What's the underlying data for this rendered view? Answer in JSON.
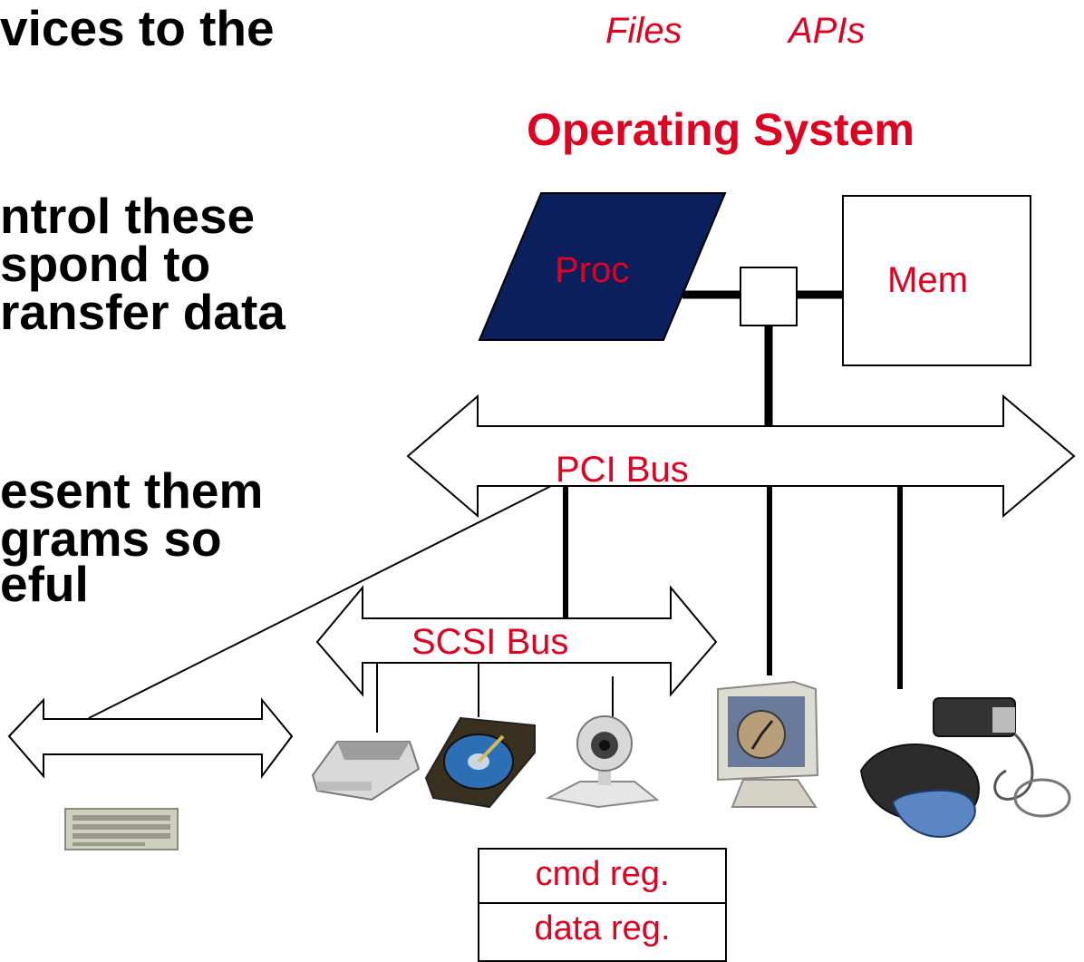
{
  "slide_text": {
    "line1": "vices to the",
    "line2": "ntrol these",
    "line3": "spond to",
    "line4": "ransfer data",
    "line5": "esent them",
    "line6": "grams so",
    "line7": "eful"
  },
  "top_labels": {
    "files": "Files",
    "apis": "APIs"
  },
  "os_title": "Operating System",
  "components": {
    "proc": "Proc",
    "mem": "Mem"
  },
  "buses": {
    "pci": "PCI Bus",
    "scsi": "SCSI Bus"
  },
  "registers": {
    "cmd": "cmd reg.",
    "data": "data reg."
  },
  "devices": [
    "keyboard-icon",
    "scanner-icon",
    "hard-disk-icon",
    "webcam-icon",
    "monitor-icon",
    "vr-headset-icon"
  ],
  "colors": {
    "accent_red": "#e00020",
    "proc_fill": "#0b1f5c"
  }
}
